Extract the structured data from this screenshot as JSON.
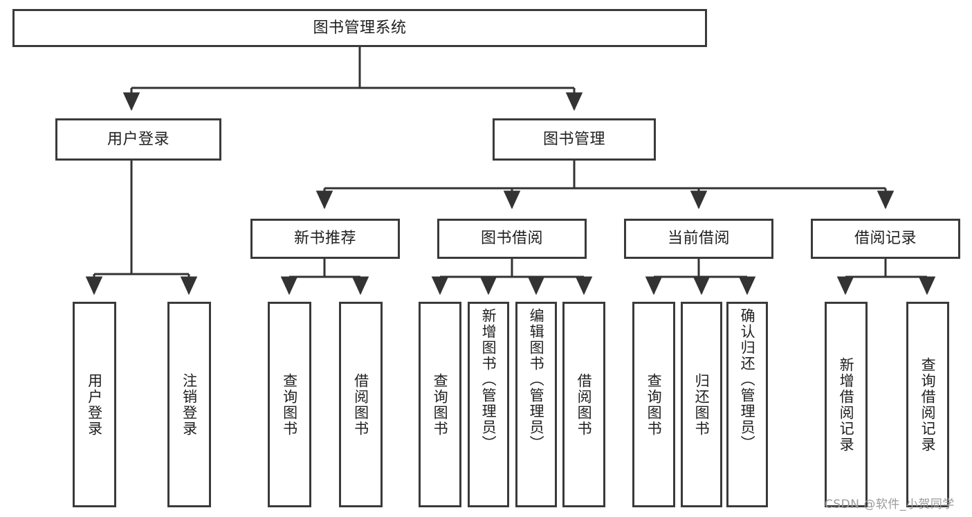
{
  "diagram": {
    "title": "图书管理系统",
    "type": "function-structure-tree",
    "watermark": "CSDN @软件_小贺同学",
    "colors": {
      "background": "#ffffff",
      "node_border": "#3a3a3a",
      "node_fill": "#ffffff",
      "connector": "#333333",
      "text": "#1f1f1f",
      "watermark": "#9a9a9a"
    },
    "levels": {
      "root": {
        "label": "图书管理系统"
      },
      "level2": [
        {
          "label": "用户登录"
        },
        {
          "label": "图书管理"
        }
      ],
      "level3": [
        {
          "label": "新书推荐"
        },
        {
          "label": "图书借阅"
        },
        {
          "label": "当前借阅"
        },
        {
          "label": "借阅记录"
        }
      ],
      "leaves": {
        "user_login": [
          {
            "label": "用户登录"
          },
          {
            "label": "注销登录"
          }
        ],
        "new_book_recommend": [
          {
            "label": "查询图书"
          },
          {
            "label": "借阅图书"
          }
        ],
        "book_borrow": [
          {
            "label": "查询图书"
          },
          {
            "label": "新增图书（管理员）"
          },
          {
            "label": "编辑图书（管理员）"
          },
          {
            "label": "借阅图书"
          }
        ],
        "current_borrow": [
          {
            "label": "查询图书"
          },
          {
            "label": "归还图书"
          },
          {
            "label": "确认归还（管理员）"
          }
        ],
        "borrow_record": [
          {
            "label": "新增借阅记录"
          },
          {
            "label": "查询借阅记录"
          }
        ]
      }
    }
  }
}
